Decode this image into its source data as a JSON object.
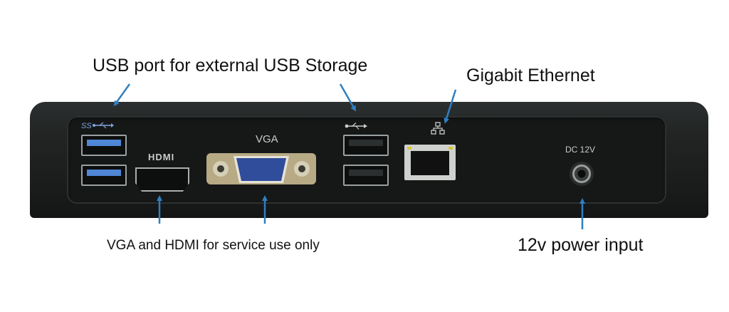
{
  "callouts": {
    "usb_storage": "USB port for external USB Storage",
    "ethernet": "Gigabit Ethernet",
    "service": "VGA and HDMI for service use only",
    "power": "12v power input"
  },
  "panel_labels": {
    "vga": "VGA",
    "hdmi": "HDMI",
    "dc": "DC 12V",
    "usb3": "SS"
  },
  "icons": {
    "usb3_logo": "usb-superspeed-icon",
    "usb2_logo": "usb-icon",
    "network_logo": "network-icon"
  },
  "colors": {
    "device_body": "#1f2121",
    "usb3_insert": "#4f86d6",
    "arrow": "#2f7fc1"
  }
}
